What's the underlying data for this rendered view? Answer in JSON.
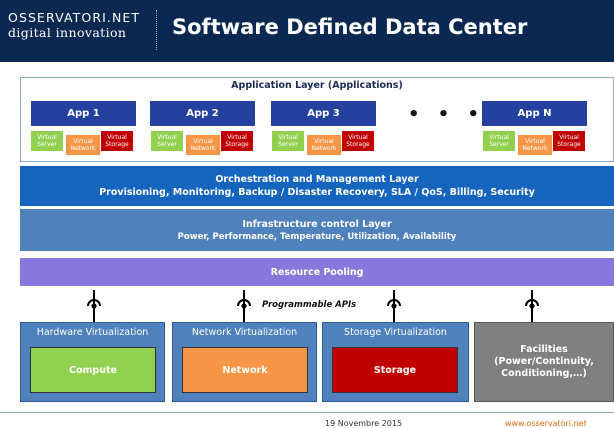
{
  "header": {
    "logo_line1": "OSSERVATORI.NET",
    "logo_line2": "digital innovation",
    "title": "Software Defined Data Center"
  },
  "application_layer": {
    "label": "Application Layer  (Applications)",
    "ellipsis": "• • •",
    "apps": [
      {
        "name": "App 1",
        "subs": [
          "Virtual Server",
          "Virtual Network",
          "Virtual Storage"
        ]
      },
      {
        "name": "App 2",
        "subs": [
          "Virtual Server",
          "Virtual Network",
          "Virtual Storage"
        ]
      },
      {
        "name": "App 3",
        "subs": [
          "Virtual Server",
          "Virtual Network",
          "Virtual Storage"
        ]
      },
      {
        "name": "App N",
        "subs": [
          "Virtual Server",
          "Virtual Network",
          "Virtual Storage"
        ]
      }
    ]
  },
  "orchestration": {
    "title": "Orchestration and Management Layer",
    "items": "Provisioning, Monitoring, Backup / Disaster Recovery, SLA / QoS, Billing, Security"
  },
  "infrastructure": {
    "title": "Infrastructure control Layer",
    "items": "Power, Performance, Temperature, Utilization, Availability"
  },
  "resource_pooling": "Resource Pooling",
  "programmable_apis": "Programmable APIs",
  "virtualization": [
    {
      "title": "Hardware Virtualization",
      "inner": "Compute",
      "color": "#92d050"
    },
    {
      "title": "Network Virtualization",
      "inner": "Network",
      "color": "#f79646"
    },
    {
      "title": "Storage Virtualization",
      "inner": "Storage",
      "color": "#c00000"
    }
  ],
  "facilities": "Facilities (Power/Continuity, Conditioning,…)",
  "footer": {
    "date": "19 Novembre 2015",
    "url": "www.osservatori.net"
  },
  "colors": {
    "header_bg": "#0b2950",
    "app_box": "#2541a0",
    "orchestration": "#1565bf",
    "infrastructure": "#4f81bd",
    "pooling": "#8878dc",
    "facilities": "#808080"
  }
}
